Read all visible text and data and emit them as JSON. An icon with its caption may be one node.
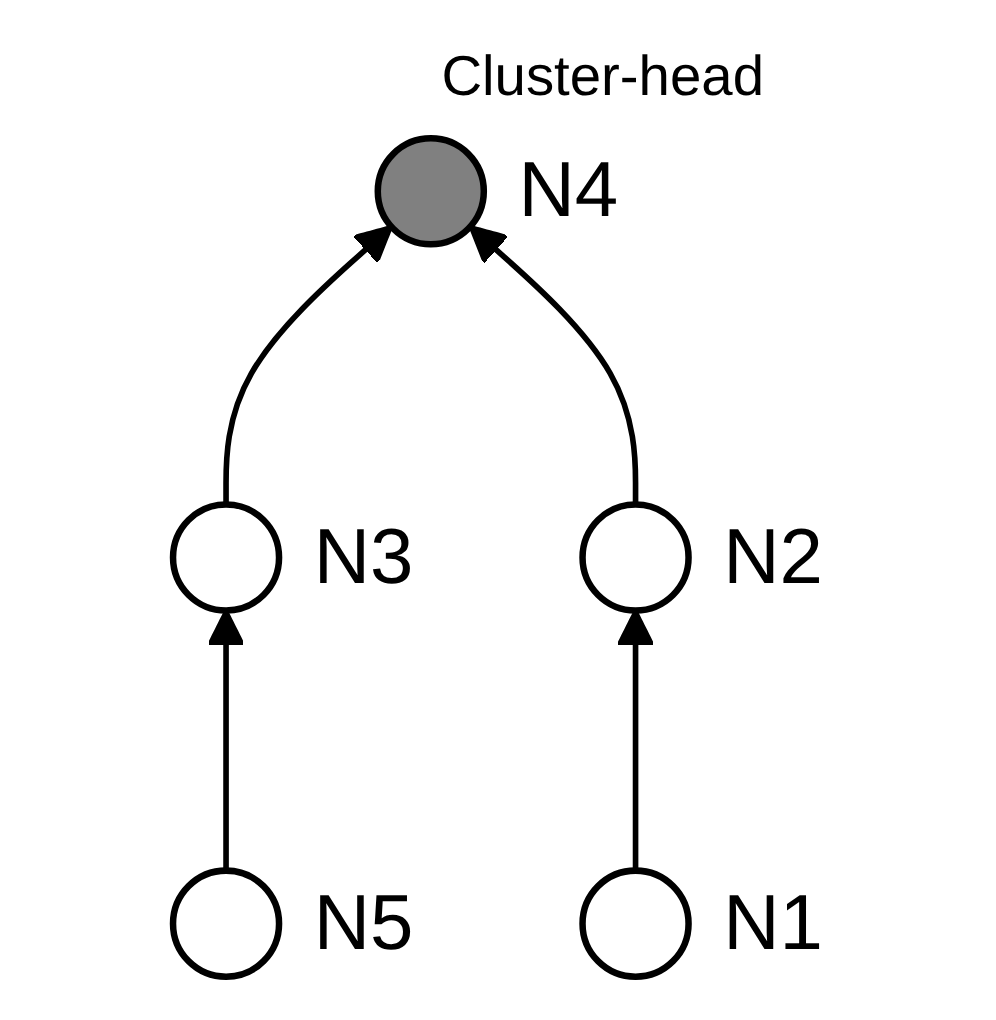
{
  "diagram": {
    "nodes": [
      {
        "text": [],
        "shape": "circle",
        "beside": [
          "N5"
        ]
      },
      {
        "text": [],
        "shape": "circle",
        "beside": [
          "N4",
          "Cluster-head"
        ]
      },
      {
        "text": [],
        "shape": "circle",
        "beside": [
          "N3"
        ]
      },
      {
        "text": [],
        "shape": "circle",
        "beside": [
          "N2"
        ]
      },
      {
        "text": [],
        "shape": "circle",
        "beside": [
          "N1"
        ]
      }
    ],
    "edges": [
      {
        "from": 0,
        "to": 2,
        "arrow": "to"
      },
      {
        "from": 2,
        "to": 1,
        "arrow": "to"
      },
      {
        "from": 3,
        "to": 1,
        "arrow": "to"
      },
      {
        "from": 4,
        "to": 3,
        "arrow": "to"
      }
    ]
  }
}
